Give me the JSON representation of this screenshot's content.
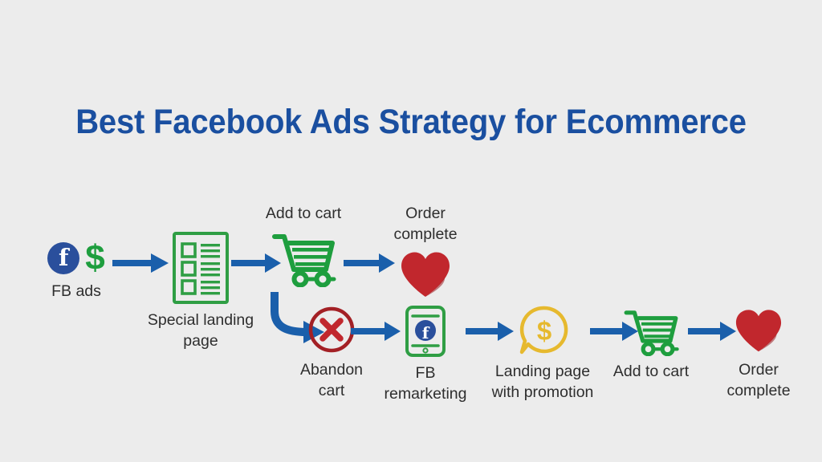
{
  "page": {
    "title": "Best Facebook Ads Strategy for Ecommerce",
    "background_color": "#ececec",
    "title_color": "#1a4fa0",
    "label_color": "#2e2e2e"
  },
  "palette": {
    "arrow_blue": "#1a5fab",
    "facebook_blue": "#2a4f9c",
    "green": "#1e9e3e",
    "green_outline": "#2f9e44",
    "heart_red": "#c1272d",
    "abandon_red": "#a32025",
    "promo_gold": "#e6b92e"
  },
  "flow": {
    "top_row": [
      {
        "id": "fb-ads",
        "label": "FB ads",
        "label_position": "below",
        "icons": [
          "facebook-icon",
          "dollar-icon"
        ]
      },
      {
        "id": "special-landing-page",
        "label": "Special landing\npage",
        "label_position": "below",
        "icons": [
          "landing-page-icon"
        ]
      },
      {
        "id": "add-to-cart",
        "label": "Add to cart",
        "label_position": "above",
        "icons": [
          "shopping-cart-icon"
        ]
      },
      {
        "id": "order-complete",
        "label": "Order\ncomplete",
        "label_position": "above",
        "icons": [
          "heart-icon"
        ]
      }
    ],
    "bottom_row": [
      {
        "id": "abandon-cart",
        "label": "Abandon\ncart",
        "label_position": "below",
        "icons": [
          "cancel-circle-icon"
        ]
      },
      {
        "id": "fb-remarketing",
        "label": "FB\nremarketing",
        "label_position": "below",
        "icons": [
          "mobile-facebook-icon"
        ]
      },
      {
        "id": "landing-page-with-promotion",
        "label": "Landing page\nwith promotion",
        "label_position": "below",
        "icons": [
          "promo-bubble-icon"
        ]
      },
      {
        "id": "add-to-cart-2",
        "label": "Add to cart",
        "label_position": "below",
        "icons": [
          "shopping-cart-icon"
        ]
      },
      {
        "id": "order-complete-2",
        "label": "Order\ncomplete",
        "label_position": "below",
        "icons": [
          "heart-icon"
        ]
      }
    ],
    "connectors": [
      {
        "id": "arrow-fbads-to-landing",
        "type": "straight-right"
      },
      {
        "id": "arrow-landing-to-cart",
        "type": "straight-right"
      },
      {
        "id": "arrow-cart-to-order",
        "type": "straight-right"
      },
      {
        "id": "arrow-cart-to-abandon",
        "type": "curved-down-right"
      },
      {
        "id": "arrow-abandon-to-remarketing",
        "type": "straight-right"
      },
      {
        "id": "arrow-remarketing-to-promo",
        "type": "straight-right"
      },
      {
        "id": "arrow-promo-to-cart2",
        "type": "straight-right"
      },
      {
        "id": "arrow-cart2-to-order2",
        "type": "straight-right"
      }
    ]
  },
  "icon_glyphs": {
    "facebook_letter": "f",
    "dollar_symbol": "$"
  }
}
